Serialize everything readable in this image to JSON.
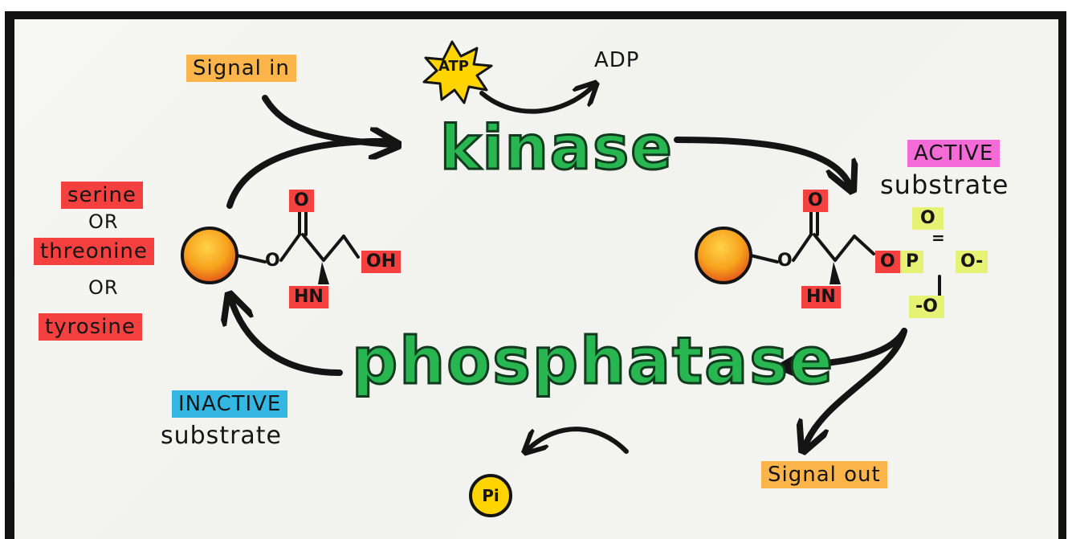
{
  "labels": {
    "signal_in": "Signal in",
    "atp": "ATP",
    "adp": "ADP",
    "kinase": "kinase",
    "active": "ACTIVE",
    "active_substrate": "substrate",
    "serine": "serine",
    "or1": "OR",
    "threonine": "threonine",
    "or2": "OR",
    "tyrosine": "tyrosine",
    "phosphatase": "phosphatase",
    "inactive": "INACTIVE",
    "inactive_substrate": "substrate",
    "signal_out": "Signal out",
    "pi": "Pi"
  },
  "left_molecule": {
    "carbonyl_o": "O",
    "ester_o": "O",
    "hn": "HN",
    "oh": "OH"
  },
  "right_molecule": {
    "carbonyl_o": "O",
    "ester_o": "O",
    "hn": "HN",
    "bridge_o": "O",
    "phosphorus": "P",
    "top_o": "O",
    "double_bond": "=",
    "right_o": "O-",
    "bottom_o": "-O"
  },
  "colors": {
    "green_text": "#27b650",
    "orange_highlight": "#fcb54a",
    "red_highlight": "#f4403f",
    "pink_highlight": "#f46bd8",
    "blue_highlight": "#35b7e3",
    "yellow_highlight": "#e6f274",
    "ball_fill": "#f7a21c"
  },
  "icons": {
    "atp_burst": "star-burst-icon",
    "arrows": "curved-arrow-icon",
    "substrate_ball": "orange-ball-icon"
  }
}
